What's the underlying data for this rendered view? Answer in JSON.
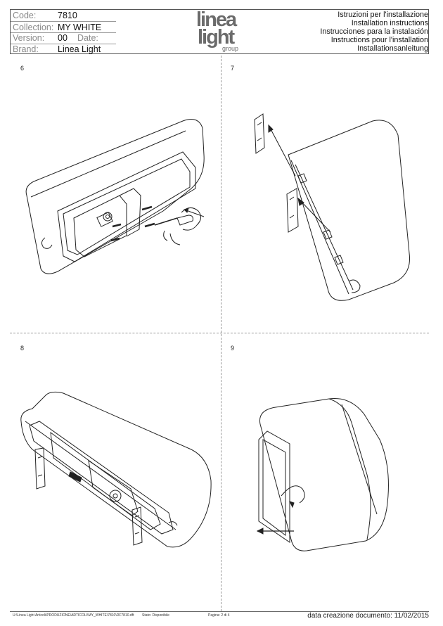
{
  "header": {
    "code_label": "Code:",
    "code_value": "7810",
    "collection_label": "Collection:",
    "collection_value": "MY WHITE",
    "version_label": "Version:",
    "version_value": "00",
    "date_label": "Date:",
    "brand_label": "Brand:",
    "brand_value": "Linea Light"
  },
  "logo": {
    "line1": "linea",
    "line2": "light",
    "line3": "group"
  },
  "instructions": [
    "Istruzioni per l'installazione",
    "Installation instructions",
    "Instrucciones para la instalación",
    "Instructions pour l'installation",
    "Installationsanleitung"
  ],
  "steps": {
    "s6": "6",
    "s7": "7",
    "s8": "8",
    "s9": "9"
  },
  "footer": {
    "path": "U:\\Linea Light Articoli\\PRODUZIONE\\ARTICOLI\\MY_WHITE\\7810\\DF7810.dft",
    "status": "Stato: Disponibile",
    "page": "Pagina: 2 di 4",
    "doc_date": "data creazione documento: 11/02/2015"
  }
}
